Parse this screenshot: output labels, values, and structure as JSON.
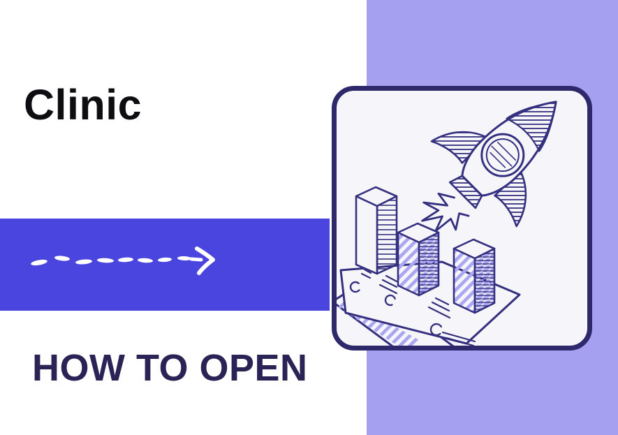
{
  "banner": {
    "brand": "Clinic",
    "heading": "HOW TO OPEN"
  },
  "icons": {
    "arrow": "hand-drawn-dashed-arrow-pointing-right",
    "illustration": "rocket-launching-over-3d-bar-chart-on-stacked-papers"
  },
  "colors": {
    "page_background": "#ffffff",
    "accent_band": "#4a45de",
    "side_panel": "#a5a0ef",
    "brand_text": "#0e0e12",
    "heading_text": "#2a2356",
    "card_background": "#f6f5fa",
    "card_border": "#2d296b",
    "illustration_ink": "#34307f",
    "illustration_hatch": "#aba6f2",
    "arrow_color": "#ffffff"
  }
}
